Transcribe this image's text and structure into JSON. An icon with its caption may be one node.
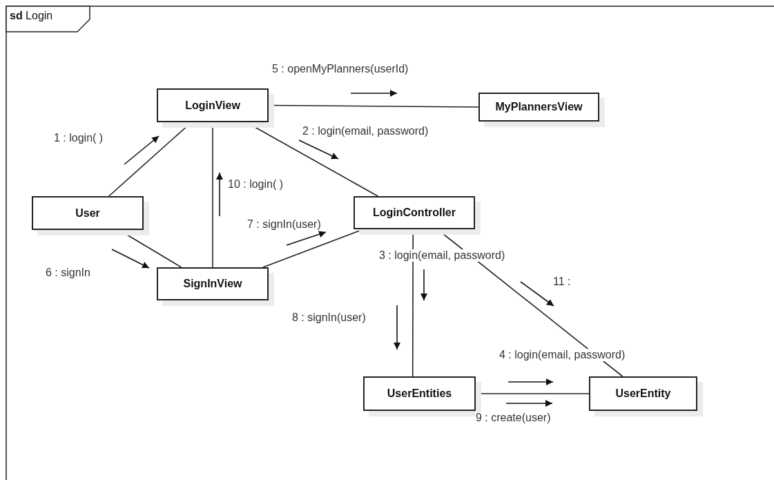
{
  "diagram": {
    "title": "**sd** Login",
    "nodes": [
      {
        "text": [
          "LoginView"
        ]
      },
      {
        "text": [
          "MyPlannersView"
        ]
      },
      {
        "text": [
          "User"
        ]
      },
      {
        "text": [
          "LoginController"
        ]
      },
      {
        "text": [
          "SignInView"
        ]
      },
      {
        "text": [
          "UserEntities"
        ]
      },
      {
        "text": [
          "UserEntity"
        ]
      }
    ],
    "edges": [
      {
        "from": 0,
        "to": 1,
        "arrow": "none"
      },
      {
        "from": 2,
        "to": 0,
        "arrow": "none"
      },
      {
        "from": 0,
        "to": 3,
        "arrow": "none"
      },
      {
        "from": 0,
        "to": 4,
        "arrow": "none"
      },
      {
        "from": 2,
        "to": 4,
        "arrow": "none"
      },
      {
        "from": 4,
        "to": 3,
        "arrow": "none"
      },
      {
        "from": 3,
        "to": 5,
        "arrow": "none"
      },
      {
        "from": 3,
        "to": 6,
        "arrow": "none"
      },
      {
        "from": 5,
        "to": 6,
        "arrow": "none"
      }
    ],
    "labels": [
      "5 : openMyPlanners(userId)",
      "2 : login(email, password)",
      "1 : login( )",
      "10 : login( )",
      "7 : signIn(user)",
      "6 : signIn",
      "3 : login(email, password)",
      "11 :",
      "8 : signIn(user)",
      "4 : login(email, password)",
      "9 : create(user)"
    ]
  }
}
